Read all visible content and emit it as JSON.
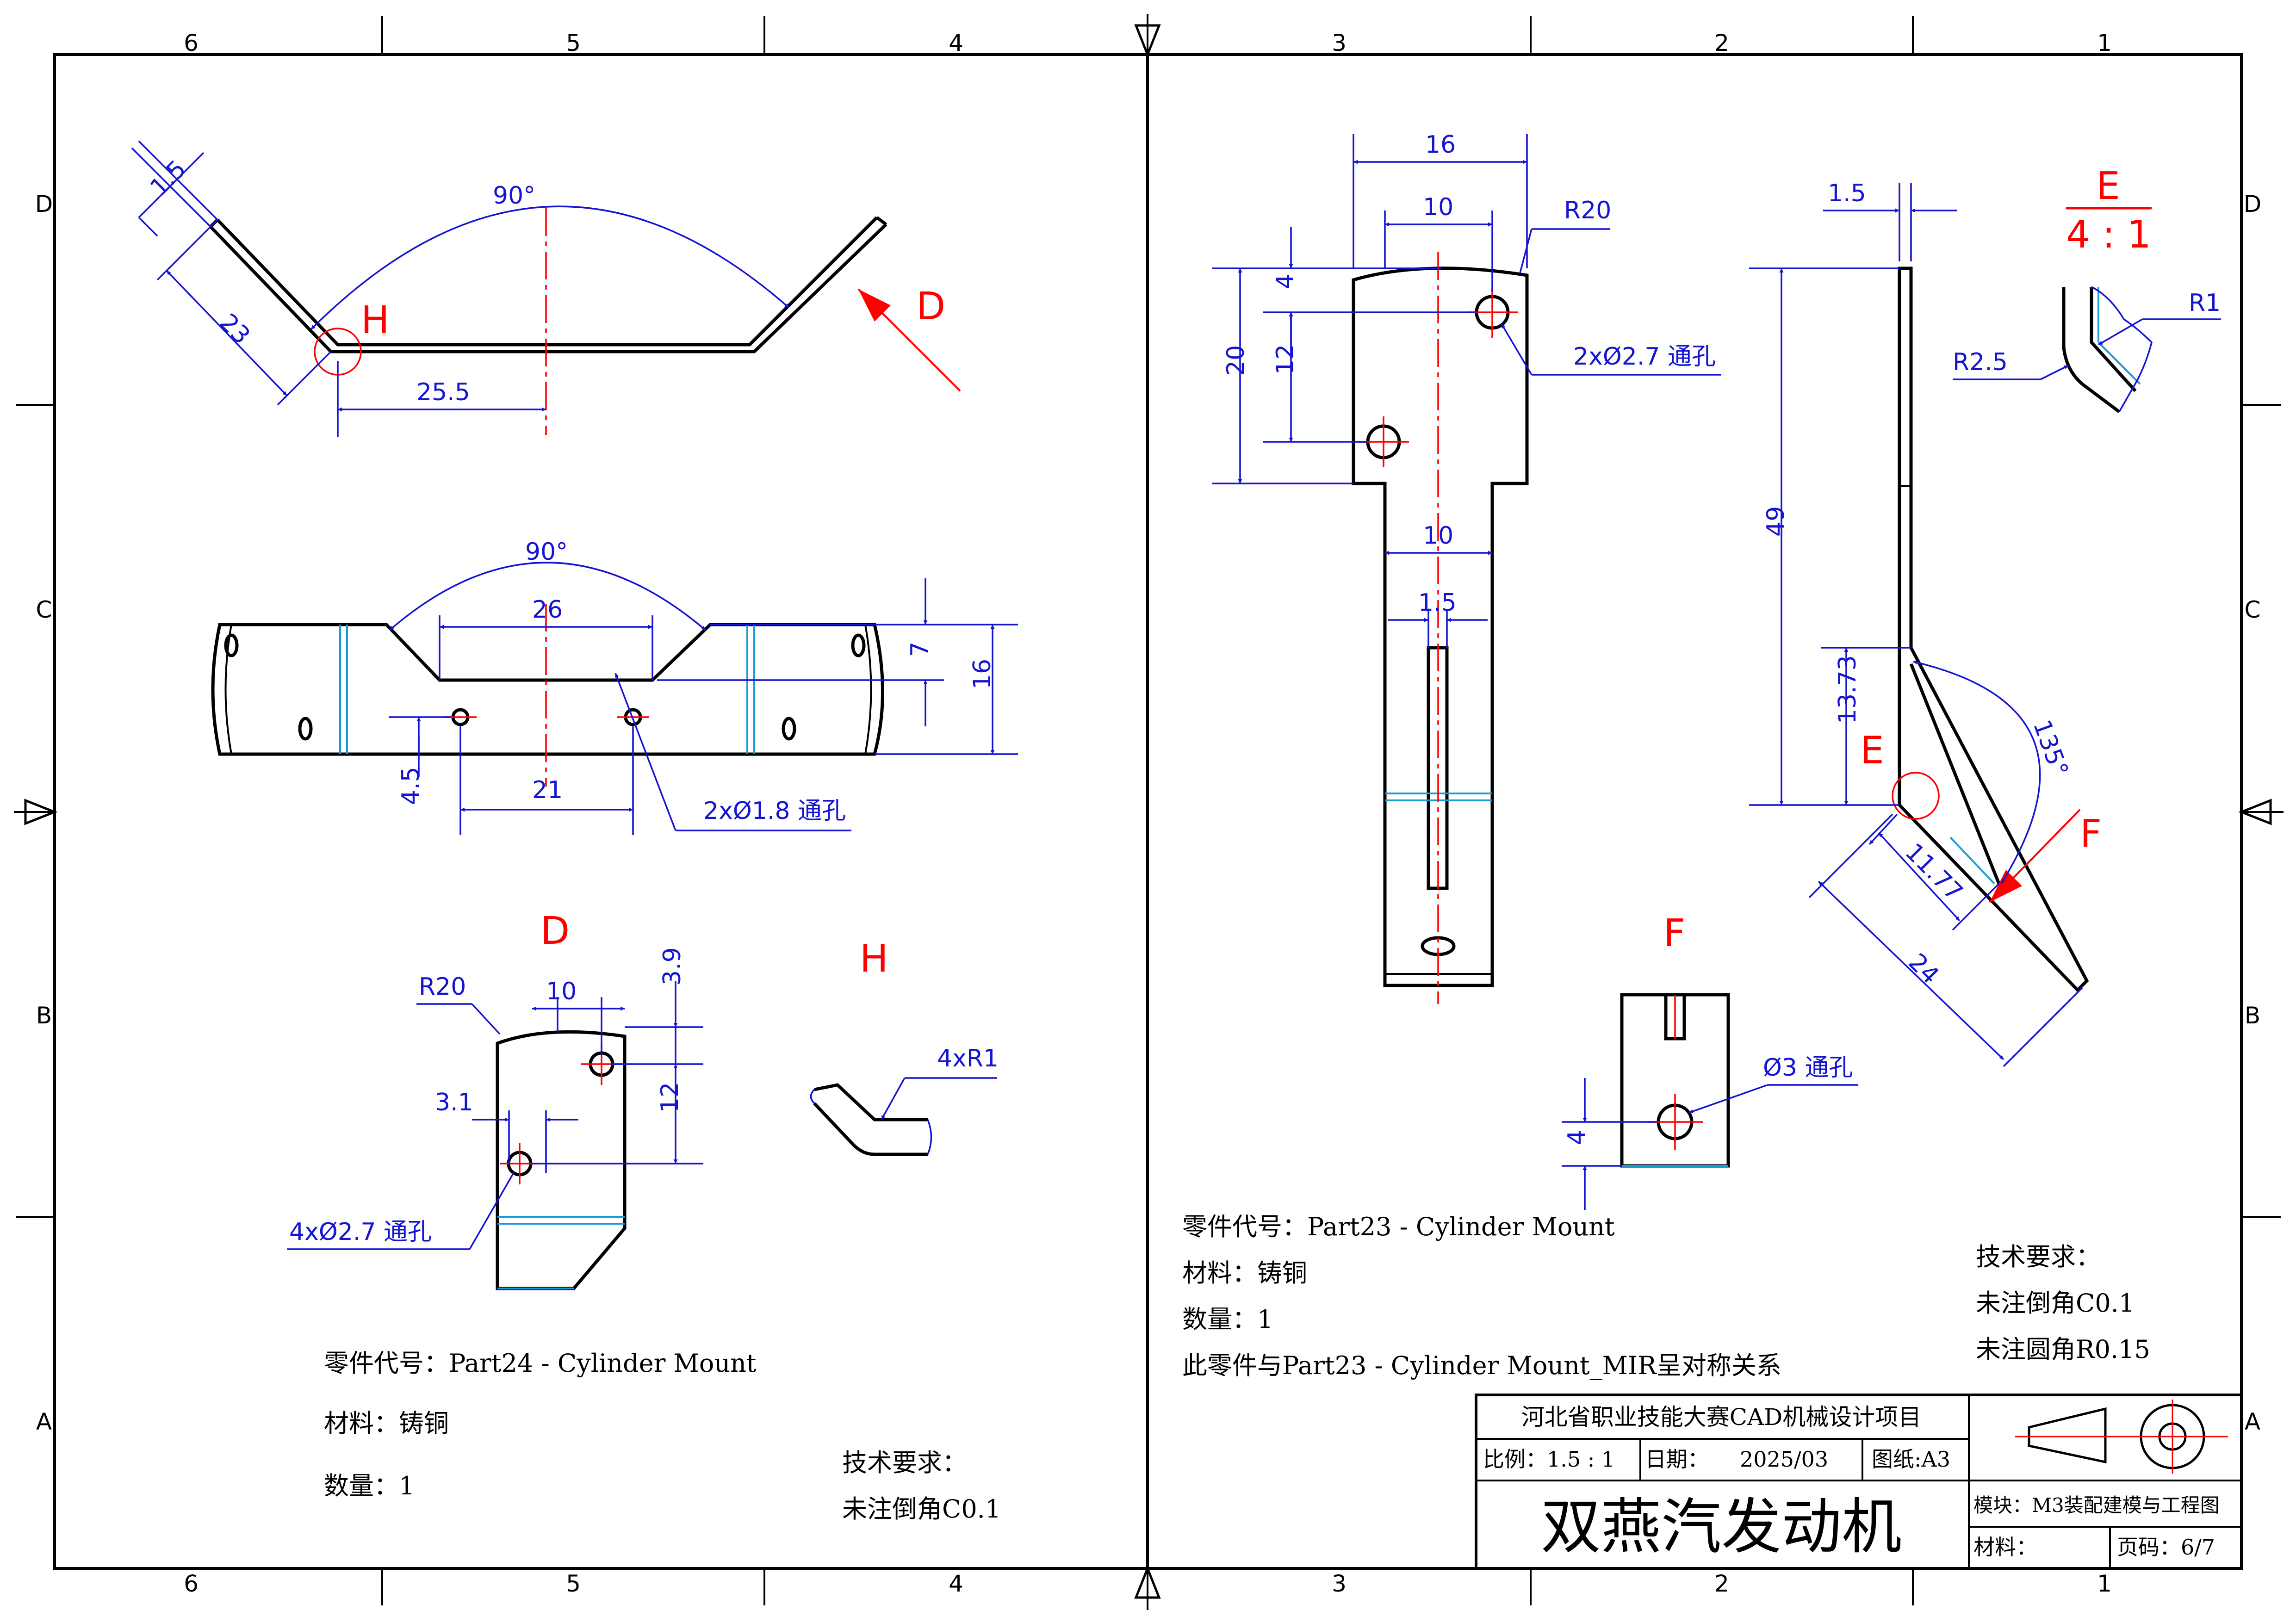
{
  "colors": {
    "outline": "#000000",
    "dimension": "#1414d2",
    "centerline": "#ff0000",
    "tangent_edge": "#1a9bd6"
  },
  "zones": {
    "columns": [
      "6",
      "5",
      "4",
      "3",
      "2",
      "1"
    ],
    "rows": [
      "D",
      "C",
      "B",
      "A"
    ]
  },
  "dims": {
    "d_1_5a": "1.5",
    "d_23": "23",
    "d_90a": "90°",
    "d_25_5": "25.5",
    "d_90b": "90°",
    "d_26": "26",
    "d_7": "7",
    "d_16a": "16",
    "d_4_5": "4.5",
    "d_21": "21",
    "d_2x18": "2xØ1.8 通孔",
    "d_R20a": "R20",
    "d_10a": "10",
    "d_3_9": "3.9",
    "d_3_1": "3.1",
    "d_12a": "12",
    "d_4x27": "4xØ2.7 通孔",
    "d_4xR1": "4xR1",
    "d_16b": "16",
    "d_10b": "10",
    "d_R20b": "R20",
    "d_4": "4",
    "d_12b": "12",
    "d_20": "20",
    "d_2x27": "2xØ2.7 通孔",
    "d_10c": "10",
    "d_1_5b": "1.5",
    "d_1_5c": "1.5",
    "d_49": "49",
    "d_13_73": "13.73",
    "d_135": "135°",
    "d_11_77": "11.77",
    "d_24": "24",
    "d_R1": "R1",
    "d_R2_5": "R2.5",
    "d_o3": "Ø3 通孔",
    "d_4b": "4"
  },
  "labels": {
    "view_h": "H",
    "view_d_arrow": "D",
    "view_d": "D",
    "view_h_title": "H",
    "view_e": "E",
    "view_f_arrow": "F",
    "view_f": "F",
    "detail_e": "E",
    "detail_scale": "4 : 1"
  },
  "notes_left": {
    "part": "零件代号：Part24 - Cylinder Mount",
    "material": "材料：铸铜",
    "qty": "数量：1",
    "tech_title": "技术要求：",
    "tech_1": "未注倒角C0.1"
  },
  "notes_right": {
    "part": "零件代号：Part23 - Cylinder Mount",
    "material": "材料：铸铜",
    "qty": "数量：1",
    "mirror": "此零件与Part23 - Cylinder Mount_MIR呈对称关系",
    "tech_title": "技术要求：",
    "tech_1": "未注倒角C0.1",
    "tech_2": "未注圆角R0.15"
  },
  "title_block": {
    "project": "河北省职业技能大赛CAD机械设计项目",
    "scale": "比例：1.5 : 1",
    "date_label": "日期：",
    "date": "2025/03",
    "paper": "图纸:A3",
    "name": "双燕汽发动机",
    "module": "模块：M3装配建模与工程图",
    "material_label": "材料：",
    "page": "页码：6/7"
  }
}
